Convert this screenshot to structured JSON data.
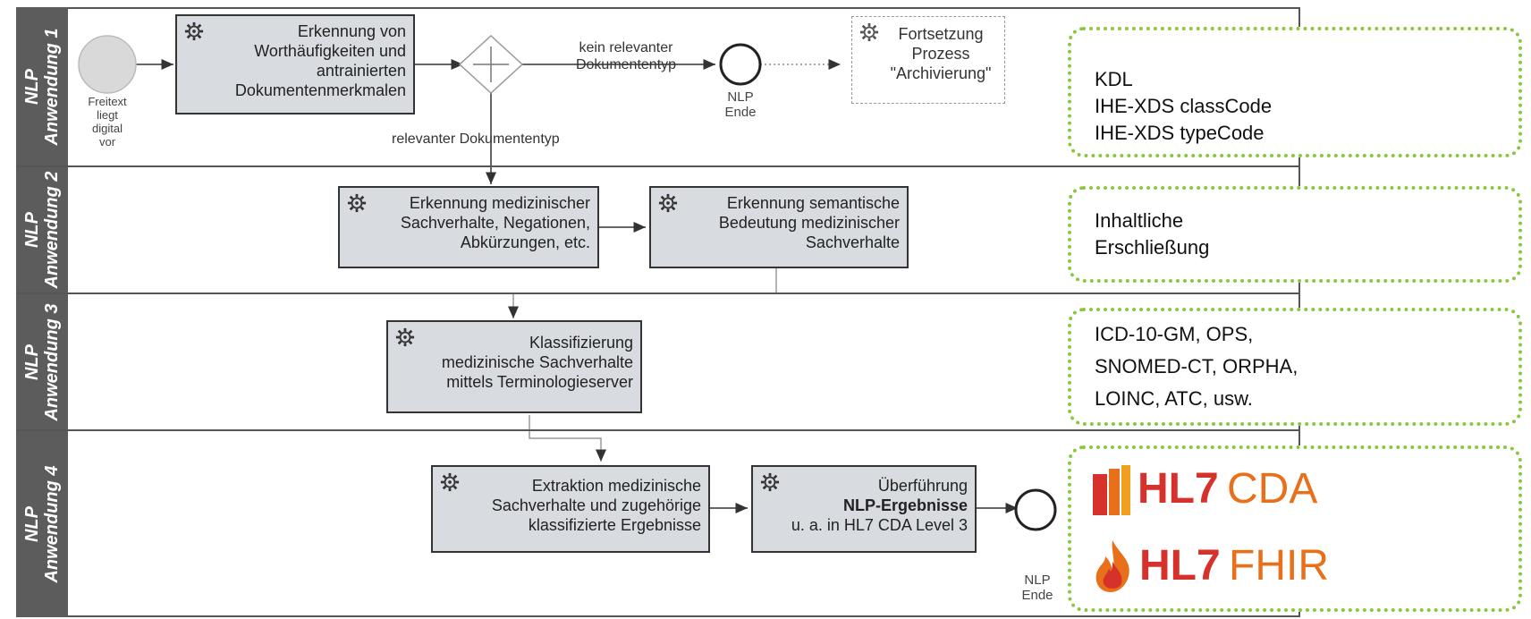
{
  "lanes": [
    "NLP\nAnwendung 1",
    "NLP\nAnwendung 2",
    "NLP\nAnwendung 3",
    "NLP\nAnwendung 4"
  ],
  "start_event": {
    "lines": [
      "Freitext",
      "liegt",
      "digital",
      "vor"
    ]
  },
  "tasks": {
    "t1": [
      "Erkennung von",
      "Worthäufigkeiten und",
      "antrainierten",
      "Dokumentenmerkmalen"
    ],
    "t_archive": [
      "Fortsetzung",
      "Prozess",
      "\"Archivierung\""
    ],
    "t2a": [
      "Erkennung medizinischer",
      "Sachverhalte, Negationen,",
      "Abkürzungen, etc."
    ],
    "t2b": [
      "Erkennung semantische",
      "Bedeutung medizinischer",
      "Sachverhalte"
    ],
    "t3": [
      "Klassifizierung",
      "medizinische Sachverhalte",
      "mittels Terminologieserver"
    ],
    "t4a": [
      "Extraktion medizinische",
      "Sachverhalte und zugehörige",
      "klassifizierte  Ergebnisse"
    ],
    "t4b": [
      "Überführung",
      "NLP-Ergebnisse",
      "u. a. in HL7 CDA Level 3"
    ]
  },
  "end_events": {
    "e1": [
      "NLP",
      "Ende"
    ],
    "e4": [
      "NLP",
      "Ende"
    ]
  },
  "edge_labels": {
    "not_relevant": [
      "kein relevanter",
      "Dokumententyp"
    ],
    "relevant": "relevanter Dokumententyp"
  },
  "notes": {
    "n1": [
      "KDL",
      "IHE-XDS classCode",
      "IHE-XDS typeCode"
    ],
    "n2": [
      "Inhaltliche",
      "Erschließung"
    ],
    "n3": [
      "ICD-10-GM, OPS,",
      "SNOMED-CT, ORPHA,",
      "LOINC, ATC, usw."
    ],
    "n4": {
      "logo1_a": "HL7",
      "logo1_b": "CDA",
      "logo2_a": "HL7",
      "logo2_b": "FHIR"
    }
  },
  "colors": {
    "lane_label": "#5c5c5c",
    "task_fill": "#d8dbe0",
    "note_border": "#8cc63f",
    "hl7_red": "#d6312a",
    "hl7_orange": "#e8701a"
  }
}
